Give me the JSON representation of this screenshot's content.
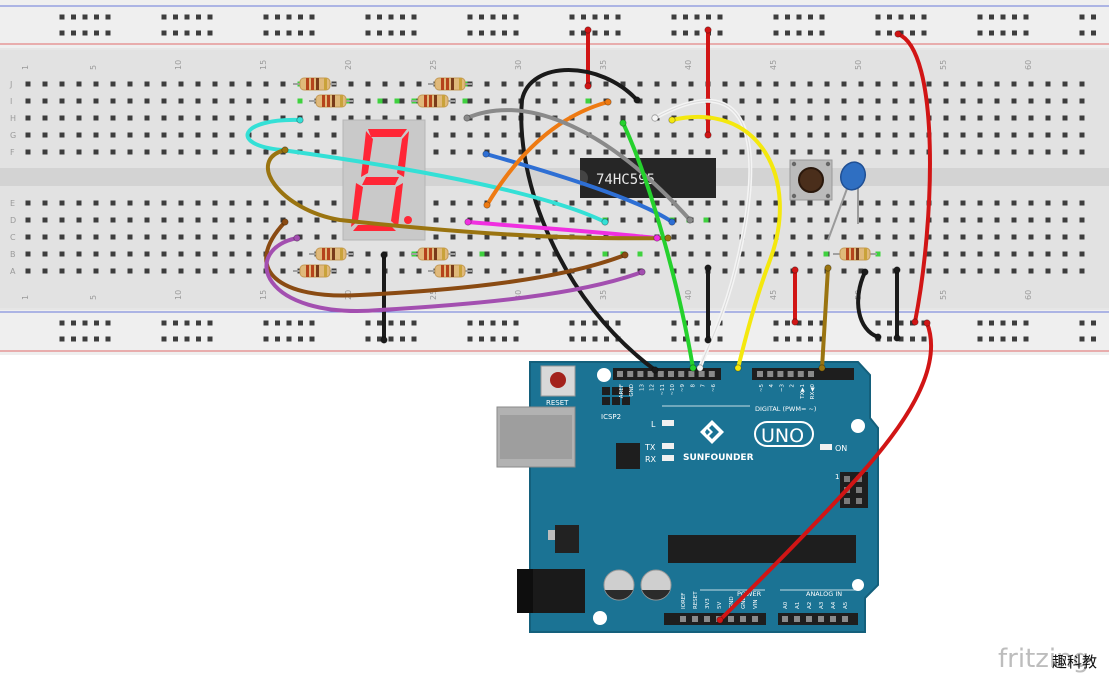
{
  "breadboard": {
    "column_numbers": [
      "1",
      "5",
      "10",
      "15",
      "20",
      "25",
      "30",
      "35",
      "40",
      "45",
      "50",
      "55",
      "60"
    ],
    "row_letters_top": [
      "J",
      "I",
      "H",
      "G",
      "F"
    ],
    "row_letters_bottom": [
      "E",
      "D",
      "C",
      "B",
      "A"
    ]
  },
  "components": {
    "shift_register_label": "74HC595",
    "seven_segment_digit": "8",
    "button": "push-button",
    "capacitor": "ceramic-capacitor"
  },
  "arduino": {
    "brand": "SUNFOUNDER",
    "model": "UNO",
    "reset_label": "RESET",
    "icsp_label": "ICSP2",
    "digital_label": "DIGITAL (PWM= ~)",
    "l_label": "L",
    "tx_label": "TX",
    "rx_label": "RX",
    "on_label": "ON",
    "power_label": "POWER",
    "analog_label": "ANALOG IN",
    "top_pins": [
      "AREF",
      "GND",
      "13",
      "12",
      "~11",
      "~10",
      "~9",
      "8",
      "7",
      "~6",
      "~5",
      "4",
      "~3",
      "2",
      "TX▶1",
      "RX◀0"
    ],
    "power_pins": [
      "IOREF",
      "RESET",
      "3V3",
      "5V",
      "GND",
      "GND",
      "VIN"
    ],
    "analog_pins": [
      "A0",
      "A1",
      "A2",
      "A3",
      "A4",
      "A5"
    ],
    "ioref_mark": "1"
  },
  "watermark": {
    "text": "fritzing",
    "overlay_cn": "趣科教"
  },
  "colors": {
    "board": "#1b7394",
    "wire_red": "#d11515",
    "wire_cyan": "#34e0d6",
    "wire_blue": "#2e6fd4",
    "wire_orange": "#ee7a12",
    "wire_gray": "#8a8a8a",
    "wire_black": "#1a1a1a",
    "wire_white": "#f4f4f4",
    "wire_yellow": "#f4e80e",
    "wire_green": "#25d12d",
    "wire_magenta": "#f030e0",
    "wire_brown": "#8a4b13",
    "wire_purple": "#a34fb0",
    "wire_ochre": "#9a7410",
    "segment_red": "#ff2636"
  }
}
